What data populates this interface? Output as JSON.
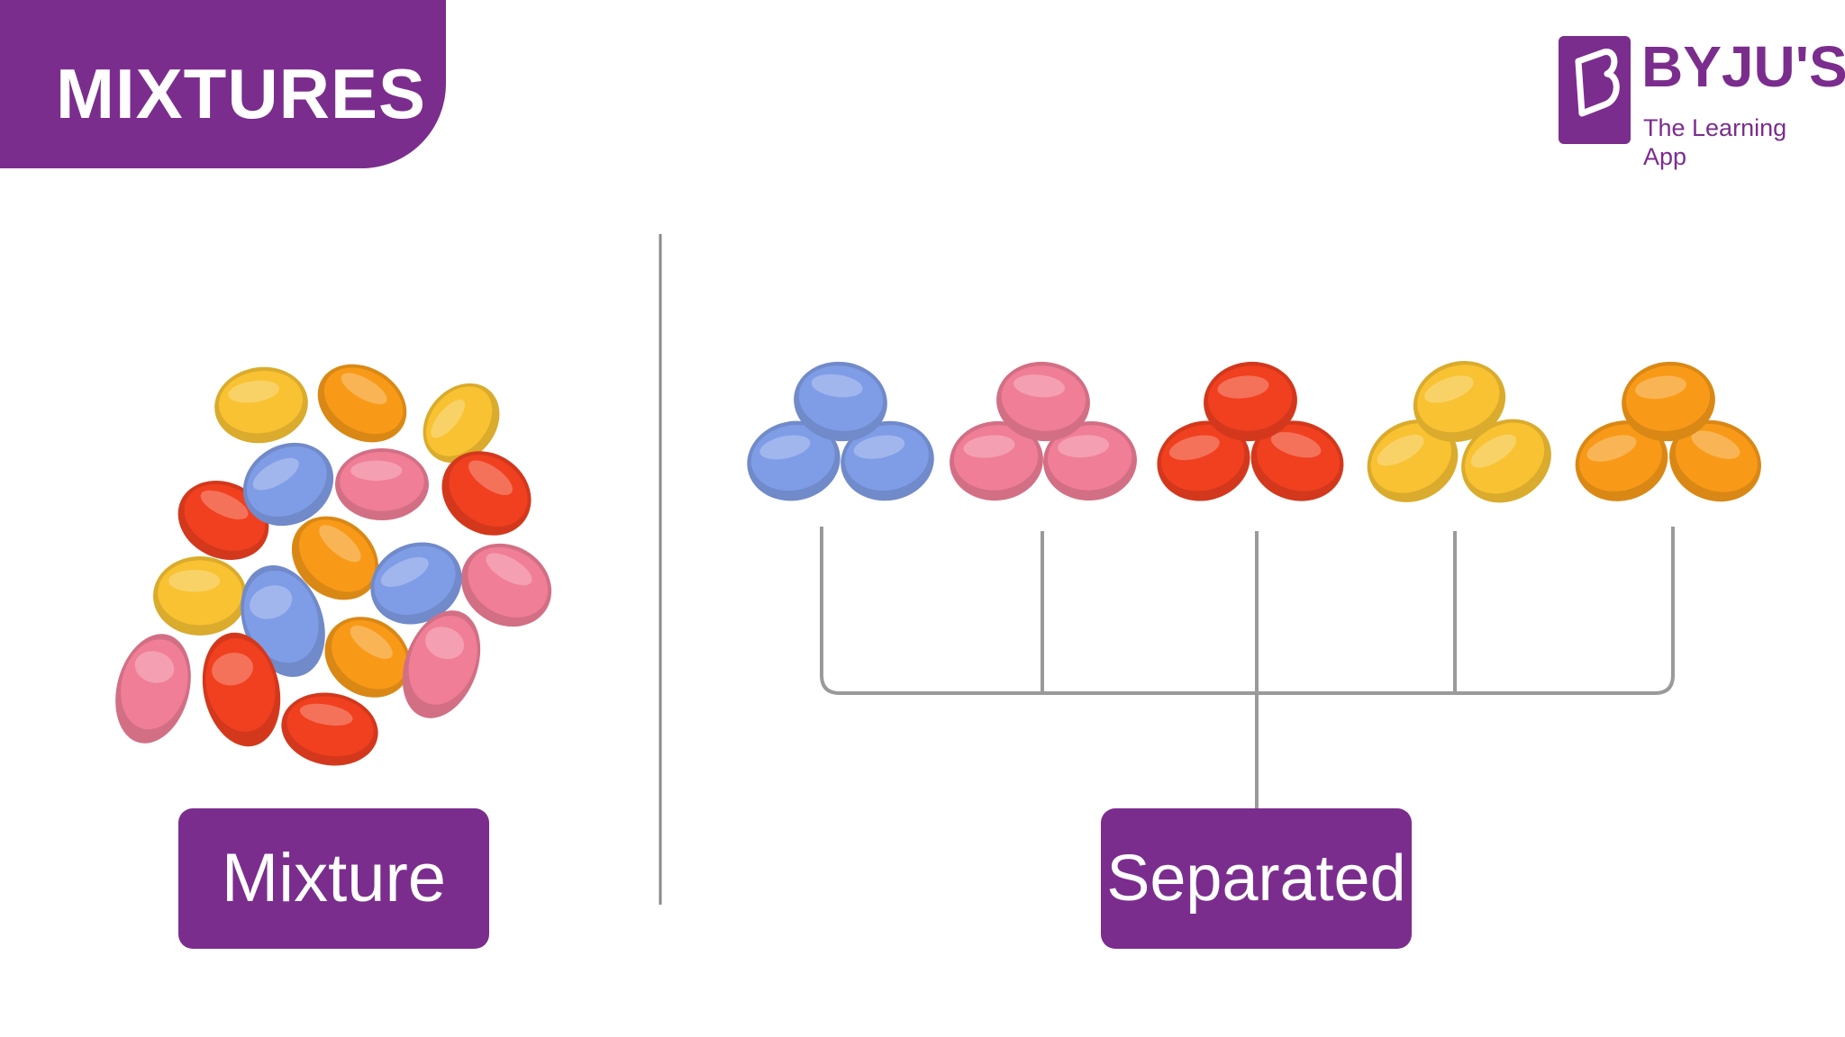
{
  "header": {
    "title": "MIXTURES"
  },
  "logo": {
    "name": "BYJU'S",
    "tagline": "The Learning App"
  },
  "diagram": {
    "mixture_label": "Mixture",
    "separated_label": "Separated",
    "colors": {
      "blue": "#7f9de6",
      "pink": "#f07e97",
      "red": "#f04020",
      "yellow": "#f8c232",
      "orange": "#f89a18",
      "purple": "#7b2d8e",
      "line": "#9a9a9a"
    },
    "separated_groups": [
      "blue",
      "pink",
      "red",
      "yellow",
      "orange"
    ]
  }
}
